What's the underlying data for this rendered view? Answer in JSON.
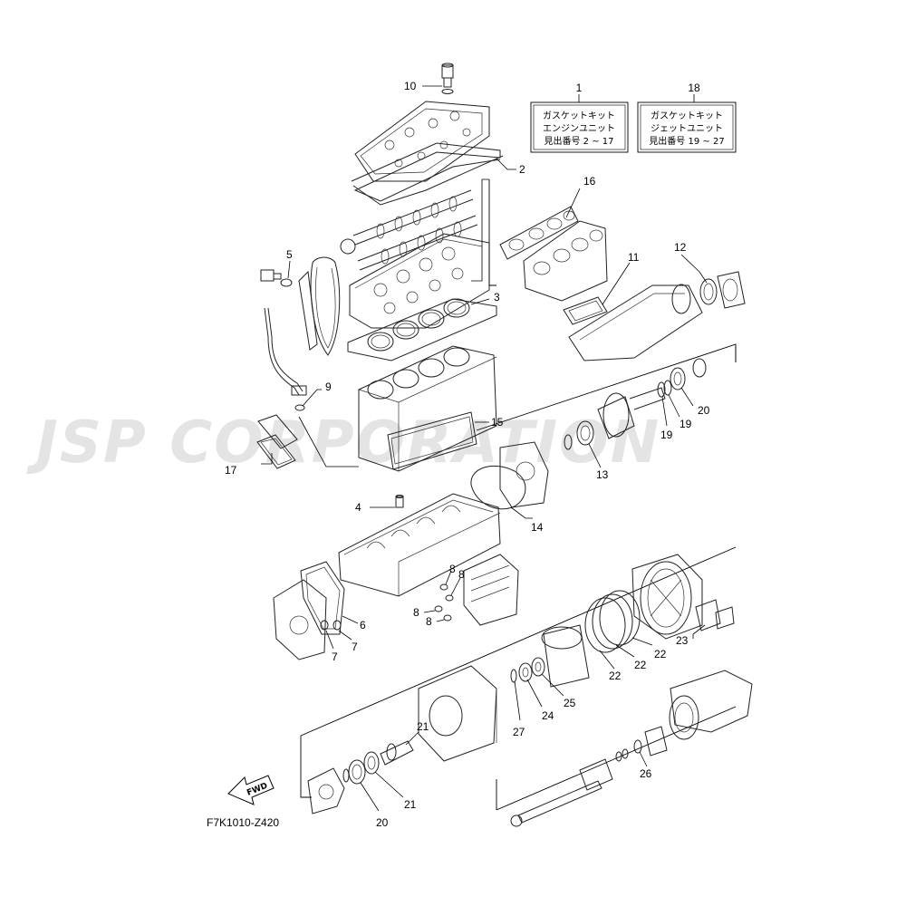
{
  "watermark": "JSP CORPORATION",
  "diagram_code": "F7K1010-Z420",
  "fwd_label": "FWD",
  "kits": [
    {
      "number": "1",
      "lines": [
        "ガスケットキット",
        "エンジンユニット",
        "見出番号 2 ~ 17"
      ]
    },
    {
      "number": "18",
      "lines": [
        "ガスケットキット",
        "ジェットユニット",
        "見出番号 19 ~ 27"
      ]
    }
  ],
  "callouts": {
    "c2": "2",
    "c3": "3",
    "c4": "4",
    "c5": "5",
    "c6": "6",
    "c7a": "7",
    "c7b": "7",
    "c8a": "8",
    "c8b": "8",
    "c8c": "8",
    "c8d": "8",
    "c9": "9",
    "c10": "10",
    "c11": "11",
    "c12": "12",
    "c13": "13",
    "c14": "14",
    "c15": "15",
    "c16": "16",
    "c17": "17",
    "c19a": "19",
    "c19b": "19",
    "c20a": "20",
    "c20b": "20",
    "c21": "21",
    "c22a": "22",
    "c22b": "22",
    "c22c": "22",
    "c23": "23",
    "c24": "24",
    "c25": "25",
    "c26": "26",
    "c27": "27"
  }
}
